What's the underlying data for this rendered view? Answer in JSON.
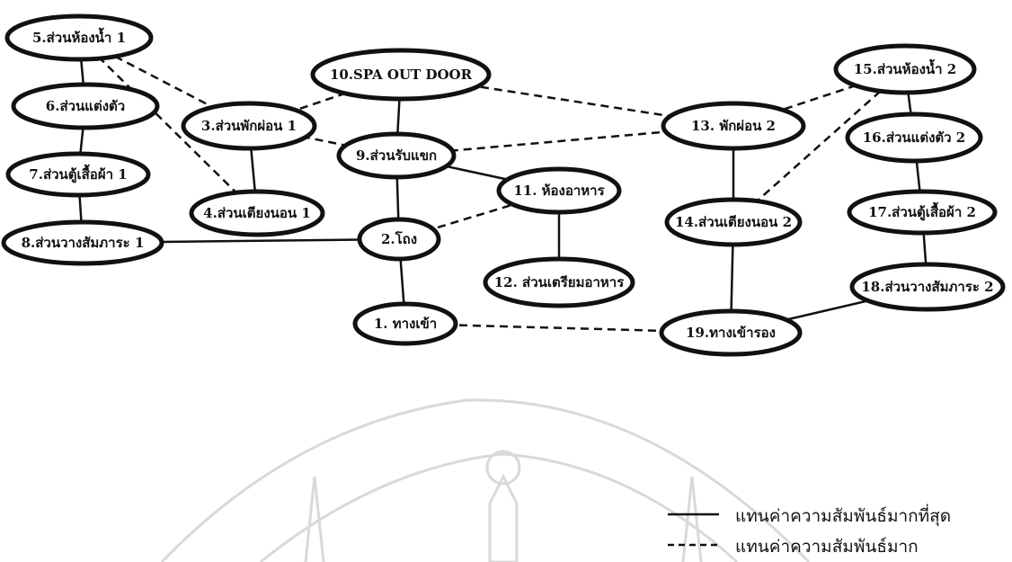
{
  "nodes": [
    {
      "id": "n5",
      "label": "5.ส่วนห้องน้ำ 1"
    },
    {
      "id": "n6",
      "label": "6.ส่วนแต่งตัว"
    },
    {
      "id": "n7",
      "label": "7.ส่วนตู้เสื้อผ้า 1"
    },
    {
      "id": "n8",
      "label": "8.ส่วนวางสัมภาระ 1"
    },
    {
      "id": "n3",
      "label": "3.ส่วนพักผ่อน 1"
    },
    {
      "id": "n4",
      "label": "4.ส่วนเตียงนอน 1"
    },
    {
      "id": "n10",
      "label": "10.SPA OUT DOOR"
    },
    {
      "id": "n9",
      "label": "9.ส่วนรับแขก"
    },
    {
      "id": "n11",
      "label": "11. ห้องอาหาร"
    },
    {
      "id": "n2",
      "label": "2.โถง"
    },
    {
      "id": "n12",
      "label": "12. ส่วนเตรียมอาหาร"
    },
    {
      "id": "n1",
      "label": "1. ทางเข้า"
    },
    {
      "id": "n13",
      "label": "13. พักผ่อน 2"
    },
    {
      "id": "n14",
      "label": "14.ส่วนเตียงนอน 2"
    },
    {
      "id": "n19",
      "label": "19.ทางเข้ารอง"
    },
    {
      "id": "n15",
      "label": "15.ส่วนห้องน้ำ 2"
    },
    {
      "id": "n16",
      "label": "16.ส่วนแต่งตัว 2"
    },
    {
      "id": "n17",
      "label": "17.ส่วนตู้เสื้อผ้า 2"
    },
    {
      "id": "n18",
      "label": "18.ส่วนวางสัมภาระ 2"
    }
  ],
  "edges": [
    {
      "from": "n5",
      "to": "n6",
      "style": "solid"
    },
    {
      "from": "n6",
      "to": "n7",
      "style": "solid"
    },
    {
      "from": "n7",
      "to": "n8",
      "style": "solid"
    },
    {
      "from": "n8",
      "to": "n2",
      "style": "solid"
    },
    {
      "from": "n5",
      "to": "n3",
      "style": "dashed"
    },
    {
      "from": "n5",
      "to": "n4",
      "style": "dashed"
    },
    {
      "from": "n3",
      "to": "n4",
      "style": "solid"
    },
    {
      "from": "n3",
      "to": "n10",
      "style": "dashed"
    },
    {
      "from": "n3",
      "to": "n9",
      "style": "dashed"
    },
    {
      "from": "n10",
      "to": "n9",
      "style": "solid"
    },
    {
      "from": "n10",
      "to": "n13",
      "style": "dashed"
    },
    {
      "from": "n9",
      "to": "n13",
      "style": "dashed"
    },
    {
      "from": "n9",
      "to": "n2",
      "style": "solid"
    },
    {
      "from": "n9",
      "to": "n11",
      "style": "solid"
    },
    {
      "from": "n2",
      "to": "n11",
      "style": "dashed"
    },
    {
      "from": "n11",
      "to": "n12",
      "style": "solid"
    },
    {
      "from": "n2",
      "to": "n1",
      "style": "solid"
    },
    {
      "from": "n1",
      "to": "n19",
      "style": "dashed"
    },
    {
      "from": "n13",
      "to": "n14",
      "style": "solid"
    },
    {
      "from": "n13",
      "to": "n15",
      "style": "dashed"
    },
    {
      "from": "n14",
      "to": "n15",
      "style": "dashed"
    },
    {
      "from": "n14",
      "to": "n19",
      "style": "solid"
    },
    {
      "from": "n15",
      "to": "n16",
      "style": "solid"
    },
    {
      "from": "n16",
      "to": "n17",
      "style": "solid"
    },
    {
      "from": "n17",
      "to": "n18",
      "style": "solid"
    },
    {
      "from": "n18",
      "to": "n19",
      "style": "solid"
    }
  ],
  "legend": {
    "solid_label": "แทนค่าความสัมพันธ์มากที่สุด",
    "dashed_label": "แทนค่าความสัมพันธ์มาก"
  },
  "colors": {
    "stroke": "#111111",
    "background": "#ffffff",
    "watermark": "#d9d9d9"
  }
}
